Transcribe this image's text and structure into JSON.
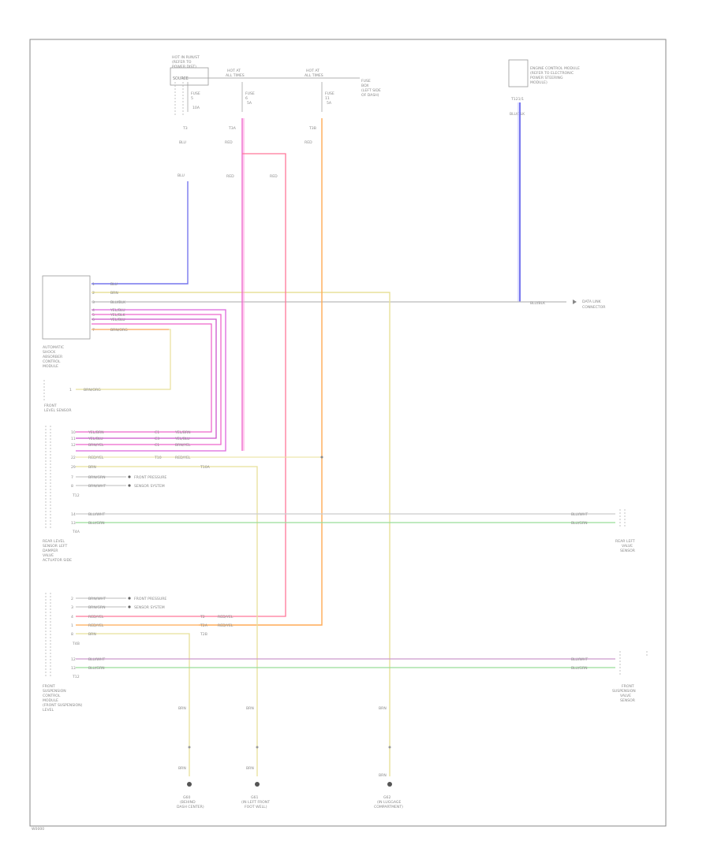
{
  "frame_label": "W0000",
  "colors": {
    "blue": "#7777ee",
    "pink": "#ee66cc",
    "magenta": "#dd66dd",
    "red": "#ff7799",
    "orange": "#ffaa55",
    "yellow": "#e8e09a",
    "gray": "#bbbbbb",
    "green": "#99dd99",
    "lilac": "#cc99cc"
  },
  "top": {
    "source_box": [
      "HOT IN RUN/ST",
      "(REFER TO",
      "POWER DIST)",
      "SOURCE"
    ],
    "hot1": [
      "HOT AT",
      "ALL TIMES"
    ],
    "hot2": [
      "HOT AT",
      "ALL TIMES"
    ],
    "fusebox": [
      "FUSE",
      "BOX",
      "(LEFT SIDE",
      "OF DASH)"
    ],
    "fuse1": [
      "FUSE",
      "5",
      "10A"
    ],
    "fuse2": [
      "FUSE",
      "6",
      "5A"
    ],
    "fuse3": [
      "FUSE",
      "11",
      "5A"
    ],
    "ecm": [
      "ENGINE CONTROL MODULE",
      "(REFER TO ELECTRONIC",
      "POWER STEERING",
      "MODULE)",
      "T121/1"
    ],
    "wire_labels": [
      "T3",
      "BLU",
      "BLU",
      "T3A",
      "RED",
      "RED",
      "RED",
      "T3B",
      "RED"
    ]
  },
  "asc_module": {
    "pins": [
      "1",
      "2",
      "3",
      "4",
      "5",
      "6",
      "7"
    ],
    "wires": [
      "BLU",
      "BRN",
      "BLU/BLK",
      "YEL/BLU",
      "YEL/BLK",
      "YEL/BLU",
      "BRN/ORG"
    ],
    "label": [
      "AUTOMATIC",
      "SHOCK",
      "ABSORBER",
      "CONTROL",
      "MODULE"
    ],
    "extra_pin": "1",
    "extra_wire": "BRN/ORG",
    "sensor_label": [
      "FRONT",
      "LEVEL SENSOR"
    ]
  },
  "bus_label": "BLU/BLK",
  "bus_dest": [
    "DATA LINK",
    "CONNECTOR"
  ],
  "rear_module": {
    "pins": [
      "10",
      "11",
      "12",
      "22",
      "29",
      "7",
      "8"
    ],
    "wires": [
      "YEL/BRN",
      "YEL/BLU",
      "BRN/YEL",
      "RED/YEL",
      "BRN",
      "BRN/GRN",
      "BRN/WHT"
    ],
    "mid_pins": [
      "C1",
      "C3",
      "C1",
      "T10",
      "T10A"
    ],
    "mid_wires": [
      "YEL/BRN",
      "YEL/BLU",
      "BRN/YEL",
      "RED/YEL"
    ],
    "side_notes": [
      "FRONT PRESSURE",
      "SENSOR SYSTEM"
    ],
    "conn": "T12",
    "bus_pins": [
      "14",
      "13"
    ],
    "bus_wires": [
      "BLU/WHT",
      "BLU/GRN"
    ],
    "conn2": "T4A",
    "label": [
      "REAR LEVEL",
      "SENSOR LEFT",
      "DAMPER",
      "VALVE",
      "ACTUATOR SIDE"
    ],
    "right_dest": [
      "REAR LEFT",
      "VALVE",
      "SENSOR"
    ]
  },
  "front_module": {
    "pins": [
      "2",
      "3",
      "4",
      "1",
      "8"
    ],
    "wires": [
      "BRN/WHT",
      "BRN/GRN",
      "RED/YEL",
      "RED/YEL",
      "BRN"
    ],
    "side_notes": [
      "FRONT PRESSURE",
      "SENSOR SYSTEM"
    ],
    "mid_pins": [
      "T2",
      "T2A",
      "T2B"
    ],
    "mid_wires": [
      "RED/YEL",
      "RED/YEL"
    ],
    "conn": "T4B",
    "bus_pins": [
      "12",
      "13"
    ],
    "bus_wires": [
      "BLU/WHT",
      "BLU/GRN"
    ],
    "conn2": "T12",
    "label": [
      "FRONT",
      "SUSPENSION",
      "CONTROL",
      "MODULE",
      "(FRONT SUSPENSION)",
      "LEVEL"
    ],
    "right_dest": [
      "FRONT",
      "SUSPENSION",
      "VALVE",
      "SENSOR"
    ]
  },
  "grounds": [
    {
      "wire_top": "BRN",
      "wire_bot": "BRN",
      "label": [
        "G60",
        "(BEHIND",
        "DASH CENTER)"
      ]
    },
    {
      "wire_top": "BRN",
      "wire_bot": "BRN",
      "label": [
        "G61",
        "(IN LEFT FRONT",
        "FOOT WELL)"
      ]
    },
    {
      "wire_top": "BRN",
      "wire_bot": "BRN",
      "label": [
        "G62",
        "(IN LUGGAGE",
        "COMPARTMENT)"
      ]
    }
  ]
}
